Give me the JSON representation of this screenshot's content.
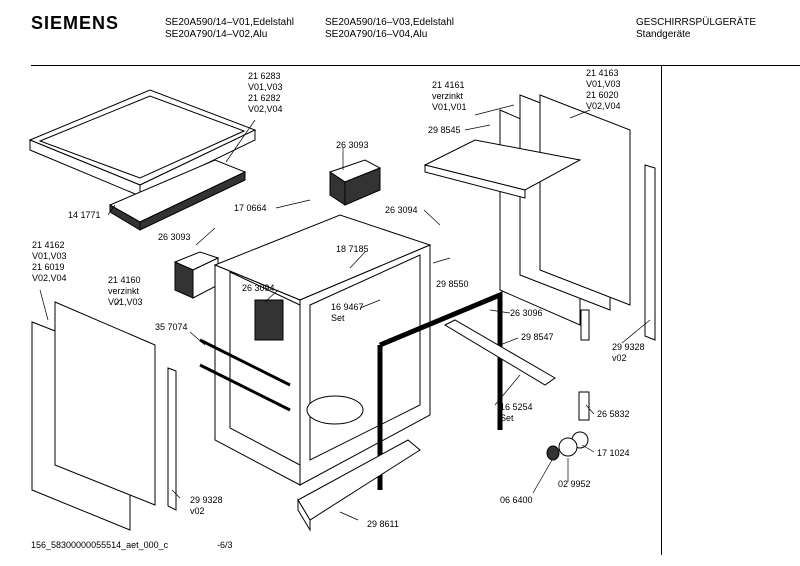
{
  "header": {
    "brand": "SIEMENS",
    "models_col1": [
      "SE20A590/14–V01,Edelstahl",
      "SE20A790/14–V02,Alu"
    ],
    "models_col2": [
      "SE20A590/16–V03,Edelstahl",
      "SE20A790/16–V04,Alu"
    ],
    "category": [
      "GESCHIRRSPÜLGERÄTE",
      "Standgeräte"
    ]
  },
  "parts": [
    {
      "lines": [
        "21 6283",
        "V01,V03",
        "21 6282",
        "V02,V04"
      ]
    },
    {
      "lines": [
        "14 1771"
      ]
    },
    {
      "lines": [
        "26 3093"
      ]
    },
    {
      "lines": [
        "17 0664"
      ]
    },
    {
      "lines": [
        "26 3093"
      ]
    },
    {
      "lines": [
        "21 4161",
        "verzinkt",
        "V01,V01"
      ]
    },
    {
      "lines": [
        "21 4163",
        "V01,V03",
        "21 6020",
        "V02,V04"
      ]
    },
    {
      "lines": [
        "29 8545"
      ]
    },
    {
      "lines": [
        "26 3094"
      ]
    },
    {
      "lines": [
        "18 7185"
      ]
    },
    {
      "lines": [
        "21 4162",
        "V01,V03",
        "21 6019",
        "V02,V04"
      ]
    },
    {
      "lines": [
        "21 4160",
        "verzinkt",
        "V01,V03"
      ]
    },
    {
      "lines": [
        "26 3094"
      ]
    },
    {
      "lines": [
        "29 8550"
      ]
    },
    {
      "lines": [
        "16 9467",
        "Set"
      ]
    },
    {
      "lines": [
        "26 3096"
      ]
    },
    {
      "lines": [
        "35 7074"
      ]
    },
    {
      "lines": [
        "29 8547"
      ]
    },
    {
      "lines": [
        "29 9328",
        "v02"
      ]
    },
    {
      "lines": [
        "16 5254",
        "Set"
      ]
    },
    {
      "lines": [
        "26 5832"
      ]
    },
    {
      "lines": [
        "17 1024"
      ]
    },
    {
      "lines": [
        "02 9952"
      ]
    },
    {
      "lines": [
        "06 6400"
      ]
    },
    {
      "lines": [
        "29 9328",
        "v02"
      ]
    },
    {
      "lines": [
        "29 8611"
      ]
    }
  ],
  "footer": {
    "code": "156_58300000055514_aet_000_c",
    "page": "-6/3"
  }
}
